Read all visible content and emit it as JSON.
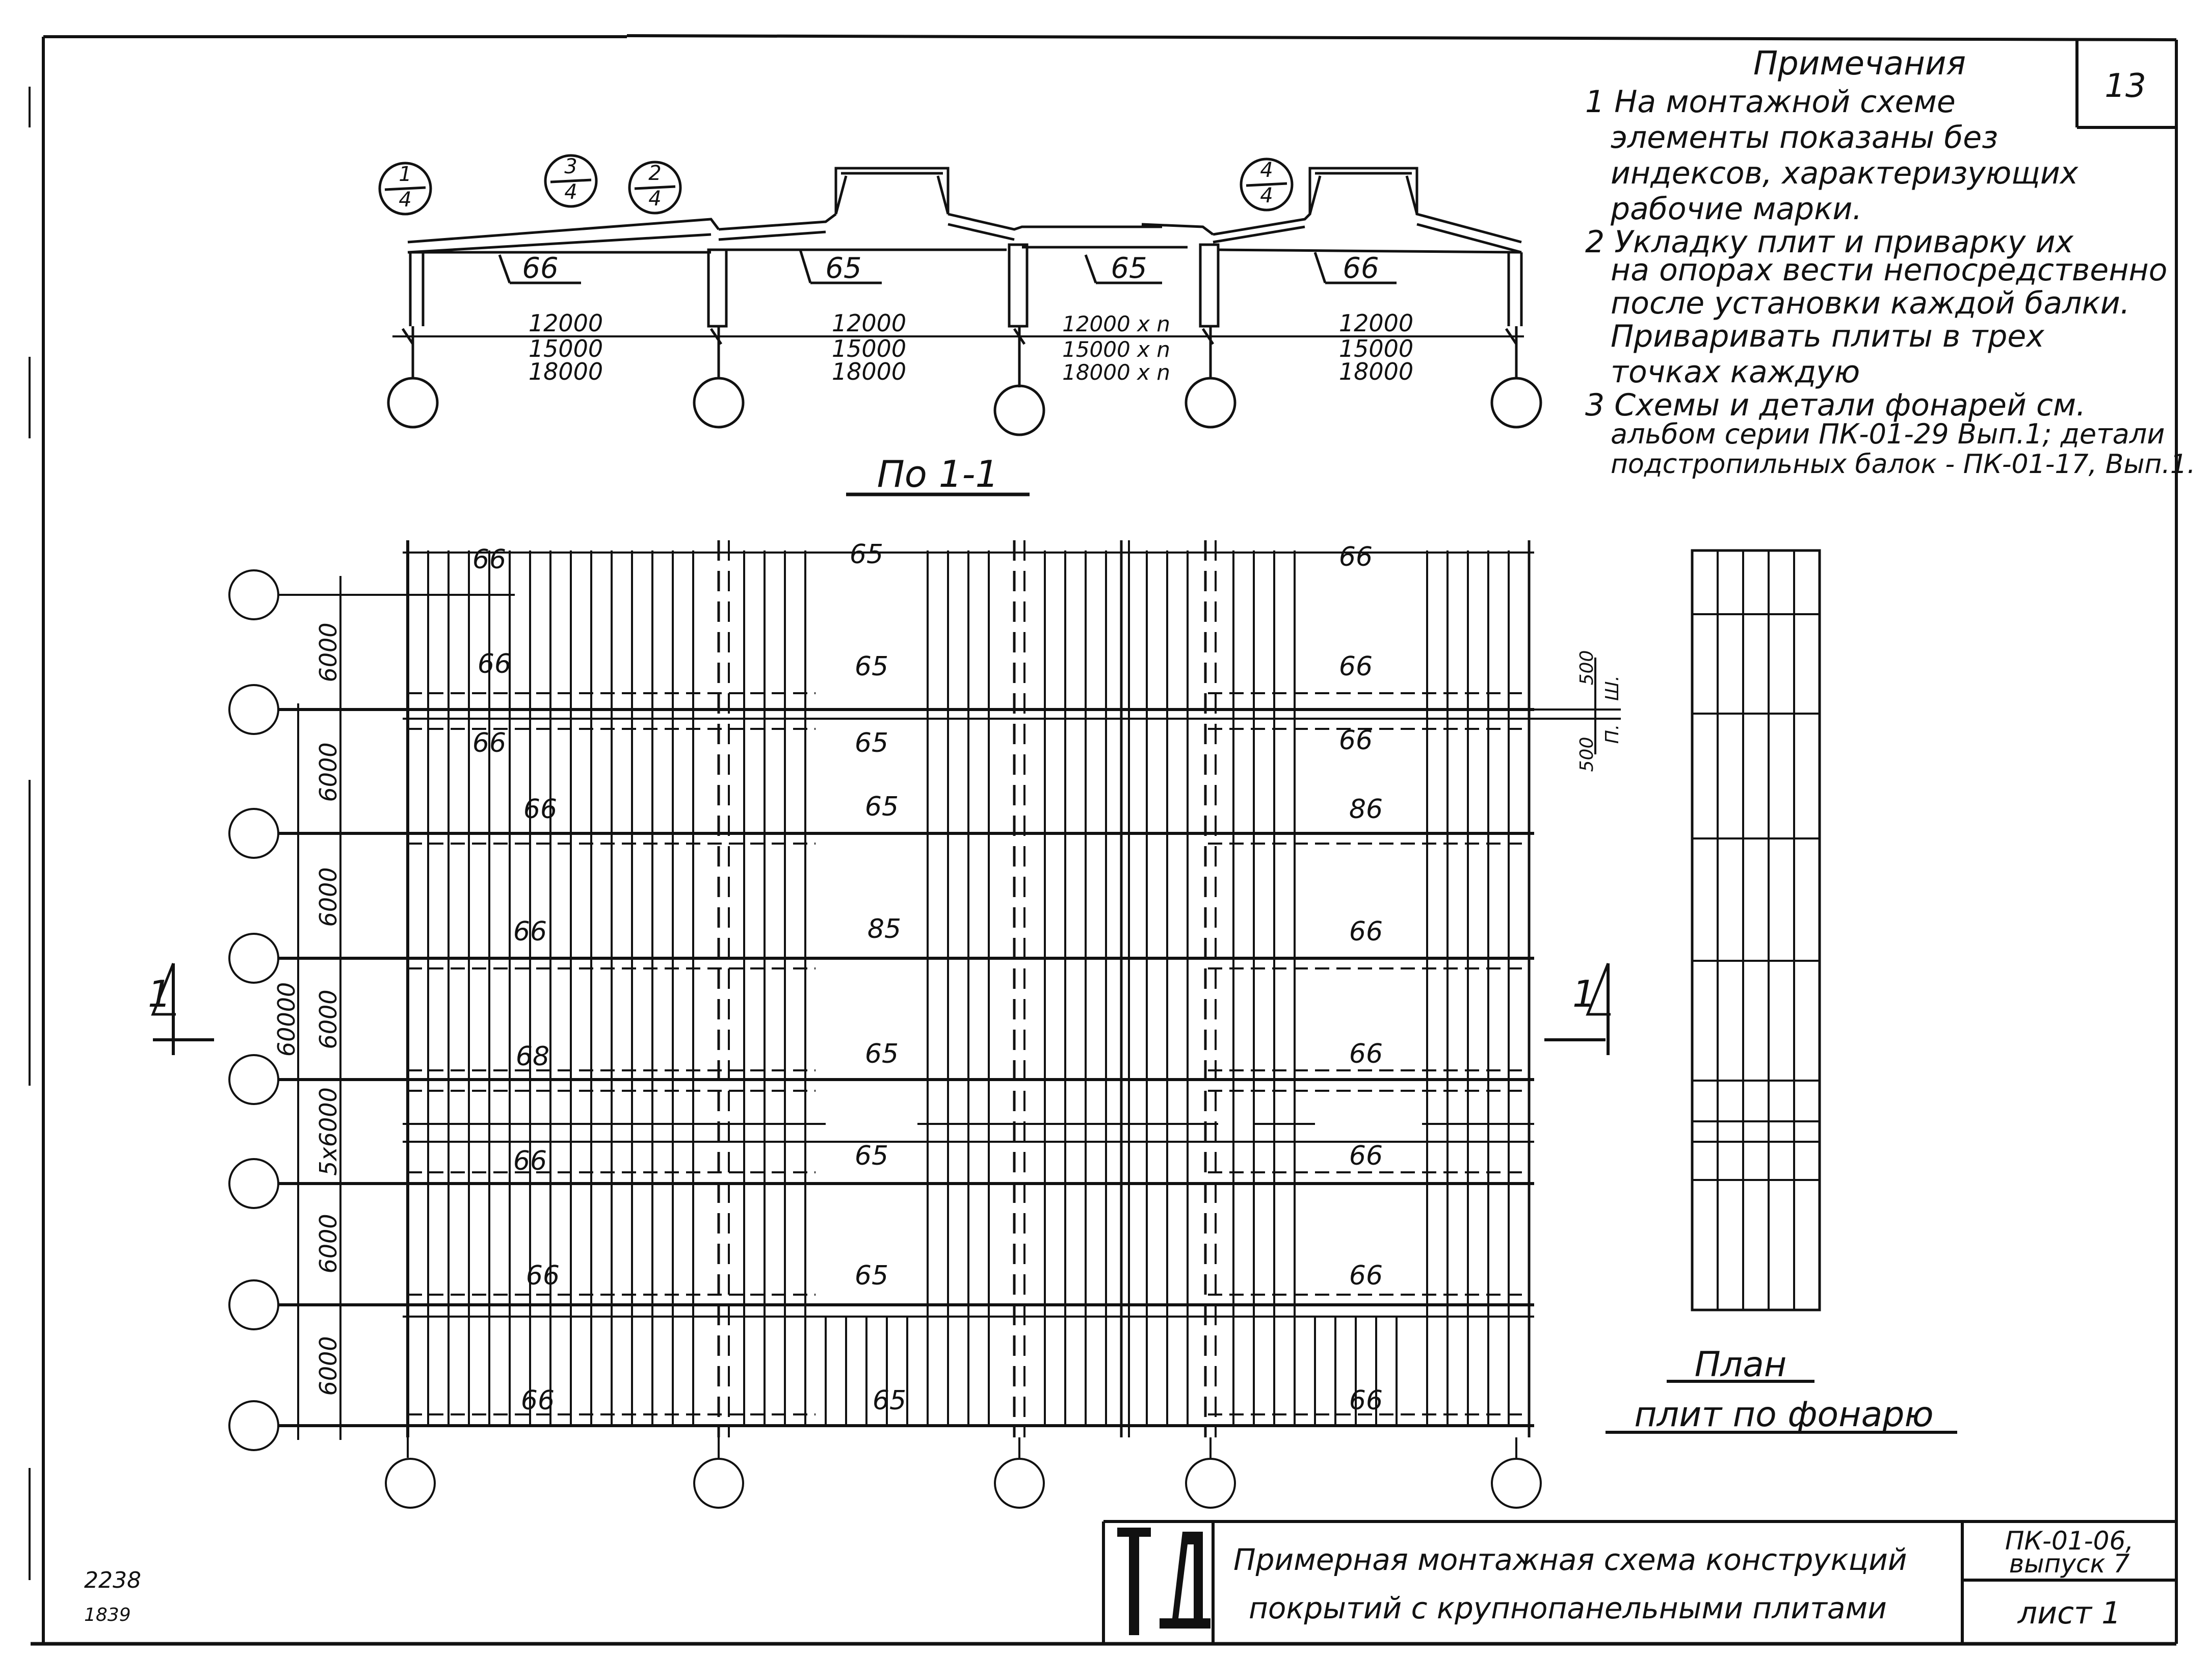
{
  "sheet": {
    "page_number": "13",
    "stamp_left_top": "2238",
    "stamp_left_bottom": "1839"
  },
  "notes": {
    "title": "Примечания",
    "lines": [
      "1 На монтажной схеме",
      "элементы показаны без",
      "индексов, характеризующих",
      "рабочие марки.",
      "2 Укладку плит и приварку их",
      "на опорах вести непосредственно",
      "после установки каждой балки.",
      "Приваривать плиты в трех",
      "точках каждую",
      "3 Схемы и детали фонарей см.",
      "альбом серии ПК-01-29 Вып.1; детали",
      "подстропильных балок - ПК-01-17, Вып.1."
    ]
  },
  "section": {
    "title": "По 1-1",
    "callouts": [
      {
        "num": "1",
        "den": "4"
      },
      {
        "num": "3",
        "den": "4"
      },
      {
        "num": "2",
        "den": "4"
      },
      {
        "num": "4",
        "den": "4"
      }
    ],
    "beam_marks": [
      "66",
      "65",
      "65",
      "66"
    ],
    "spans": [
      {
        "a": "12000",
        "b": "15000",
        "c": "18000"
      },
      {
        "a": "12000",
        "b": "15000",
        "c": "18000"
      },
      {
        "a": "12000 x n",
        "b": "15000 x n",
        "c": "18000 x n"
      },
      {
        "a": "12000",
        "b": "15000",
        "c": "18000"
      }
    ]
  },
  "plan": {
    "rows": [
      {
        "left": "66",
        "mid": "65",
        "right": "66"
      },
      {
        "left": "66",
        "mid": "65",
        "right": "66"
      },
      {
        "left": "66",
        "mid": "65",
        "right": "66"
      },
      {
        "left": "66",
        "mid": "65",
        "right": "86"
      },
      {
        "left": "66",
        "mid": "85",
        "right": "66"
      },
      {
        "left": "68",
        "mid": "65",
        "right": "66"
      },
      {
        "left": "66",
        "mid": "65",
        "right": "66"
      },
      {
        "left": "66",
        "mid": "65",
        "right": "66"
      },
      {
        "left": "66",
        "mid": "65",
        "right": "66"
      }
    ],
    "dims_left": [
      "6000",
      "6000",
      "6000",
      "6000",
      "5x6000",
      "6000",
      "6000"
    ],
    "dim_total": "60000",
    "dim_top_right_1": "500",
    "dim_top_right_2": "500",
    "dim_top_right_3": "Ш.",
    "dim_top_right_4": "П.",
    "cut_mark": "1"
  },
  "lantern_plan": {
    "title_line1": "План",
    "title_line2": "плит по фонарю"
  },
  "title_block": {
    "logo": "ТД",
    "title_line1": "Примерная монтажная схема конструкций",
    "title_line2": "покрытий с крупнопанельными плитами",
    "series": "ПК-01-06,",
    "issue": "выпуск 7",
    "sheet": "лист 1"
  }
}
